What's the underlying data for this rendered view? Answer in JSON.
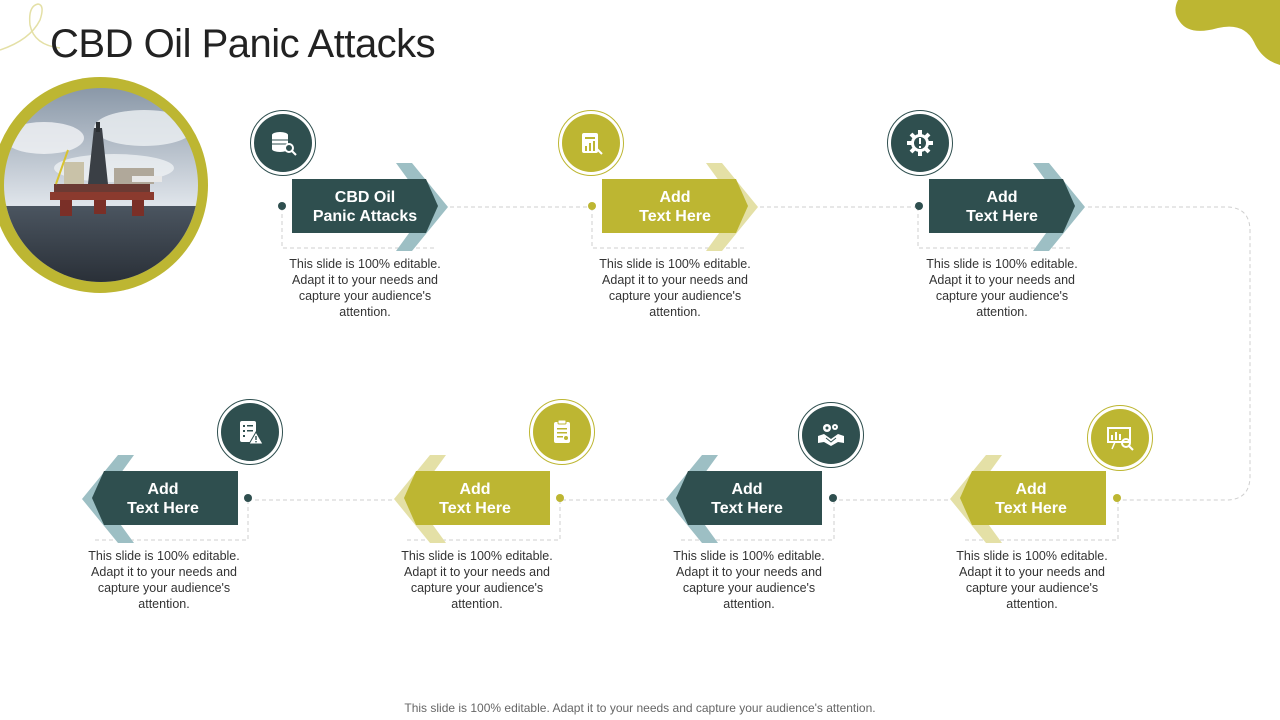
{
  "title": "CBD Oil Panic Attacks",
  "colors": {
    "dark": "#2f4f4f",
    "olive": "#bdb632",
    "dark_arrow_accent": "#9dbfc4",
    "olive_arrow_accent": "#e4e0a6",
    "connector": "#cccccc"
  },
  "photo": {
    "alt": "offshore-oil-rig"
  },
  "steps": [
    {
      "label": "CBD Oil\nPanic Attacks",
      "desc": "This slide is 100% editable. Adapt it to your needs and capture your audience's attention.",
      "color": "dark",
      "icon": "database-search-icon"
    },
    {
      "label": "Add\nText Here",
      "desc": "This slide is 100% editable. Adapt it to your needs and capture your audience's attention.",
      "color": "olive",
      "icon": "report-chart-icon"
    },
    {
      "label": "Add\nText Here",
      "desc": "This slide is 100% editable. Adapt it to your needs and capture your audience's attention.",
      "color": "dark",
      "icon": "gear-warning-icon"
    },
    {
      "label": "Add\nText Here",
      "desc": "This slide is 100% editable. Adapt it to your needs and capture your audience's attention.",
      "color": "olive",
      "icon": "presentation-search-icon"
    },
    {
      "label": "Add\nText Here",
      "desc": "This slide is 100% editable. Adapt it to your needs and capture your audience's attention.",
      "color": "dark",
      "icon": "handshake-gears-icon"
    },
    {
      "label": "Add\nText Here",
      "desc": "This slide is 100% editable. Adapt it to your needs and capture your audience's attention.",
      "color": "olive",
      "icon": "clipboard-document-icon"
    },
    {
      "label": "Add\nText Here",
      "desc": "This slide is 100% editable. Adapt it to your needs and capture your audience's attention.",
      "color": "dark",
      "icon": "checklist-warning-icon"
    }
  ],
  "footer": "This slide is 100% editable. Adapt it to your needs and capture your audience's attention."
}
